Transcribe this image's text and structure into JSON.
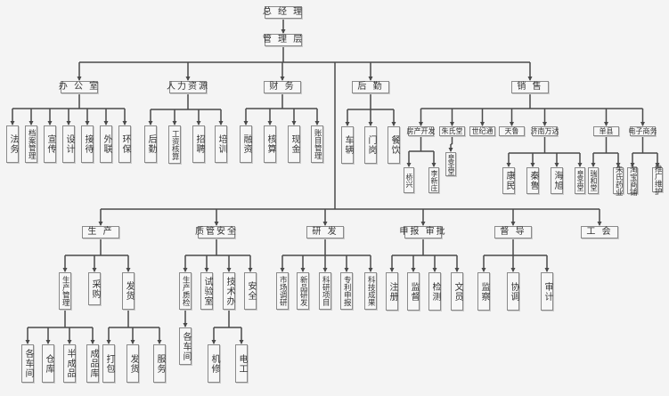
{
  "top": {
    "ceo": "总 经 理",
    "management": "管 理 层"
  },
  "office": {
    "label": "办 公 室",
    "children": [
      "法务",
      "档案管理",
      "宣传",
      "设计",
      "接待",
      "外联",
      "环保"
    ]
  },
  "hr": {
    "label": "人力资源",
    "children": [
      "后勤",
      "工资核算",
      "招聘",
      "培训"
    ]
  },
  "finance": {
    "label": "财 务",
    "children": [
      "融资",
      "核算",
      "现金",
      "账目管理"
    ]
  },
  "logistics": {
    "label": "后 勤",
    "children": [
      "车辆",
      "门岗",
      "餐饮"
    ]
  },
  "sales": {
    "label": "销 售",
    "children": [
      "房产开发",
      "朱氏堂",
      "世纪通",
      "天鲁",
      "济南万达",
      "单县",
      "电子商务"
    ],
    "real_estate_children": [
      "桥兴",
      "李新庄"
    ],
    "zhushitang_children": [
      "皇圣堂"
    ],
    "wanda_children": [
      "康民",
      "秦鲁",
      "海旭",
      "皇圣堂"
    ],
    "shanxian_children": [
      "瑞和堂",
      "朱氏药业"
    ],
    "ecommerce_children": [
      "淘宝商铺",
      "推广维护"
    ]
  },
  "production": {
    "label": "生 产",
    "children": [
      "生产管理",
      "采购",
      "发货"
    ],
    "management_children": [
      "各车间",
      "仓库",
      "半成品",
      "成品库"
    ],
    "shipping_children": [
      "打包",
      "发货",
      "服务"
    ]
  },
  "quality": {
    "label": "质管安全",
    "children": [
      "生产质检",
      "试验室",
      "技术办",
      "安全"
    ],
    "inspection_children": [
      "各车间"
    ],
    "tech_children": [
      "机修",
      "电工"
    ]
  },
  "rnd": {
    "label": "研 发",
    "children": [
      "市场调研",
      "新品研发",
      "科研项目",
      "专利申报",
      "科技成果"
    ]
  },
  "approval": {
    "label": "申报 审批",
    "children": [
      "注册",
      "监督",
      "检测",
      "文员"
    ]
  },
  "supervision": {
    "label": "督 导",
    "children": [
      "监察",
      "协调",
      "审计"
    ]
  },
  "union": {
    "label": "工 会"
  }
}
